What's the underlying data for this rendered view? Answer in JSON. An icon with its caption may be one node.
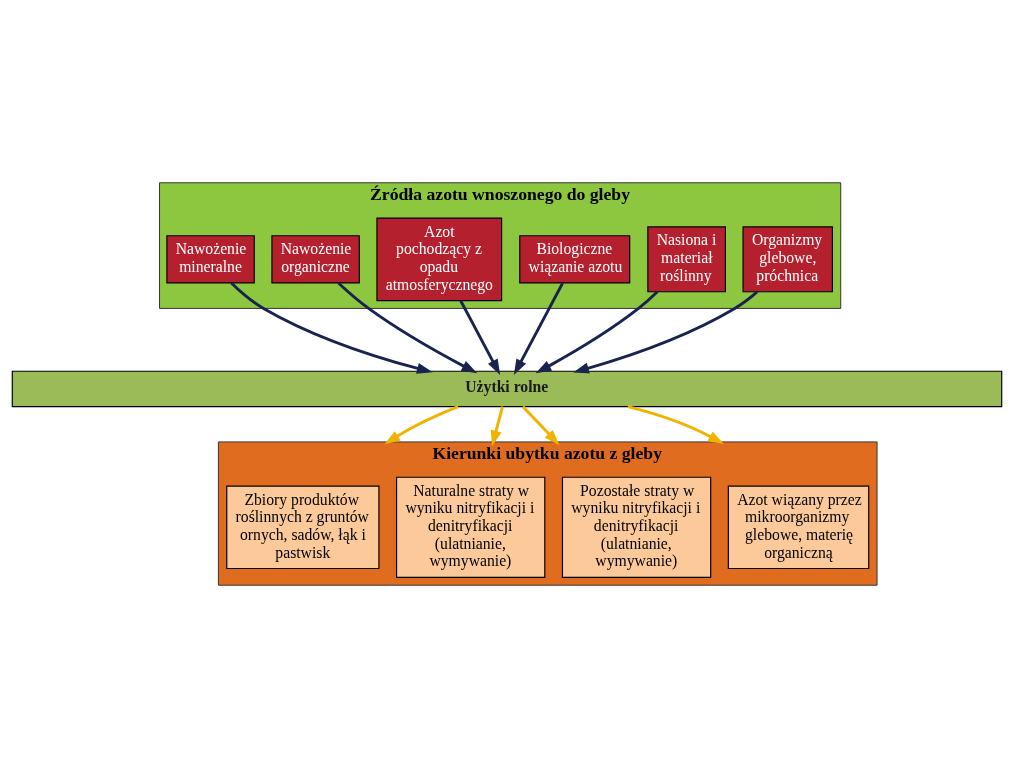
{
  "diagram": {
    "nodes": [
      {
        "text": [
          "Źródła azotu wnoszonego do gleby"
        ]
      },
      {
        "text": [
          "Nawożenie mineralne"
        ],
        "in": 0
      },
      {
        "text": [
          "Nawożenie organiczne"
        ],
        "in": 0
      },
      {
        "text": [
          "Azot pochodzący z opadu atmosferycznego"
        ],
        "in": 0
      },
      {
        "text": [
          "Biologiczne wiązanie azotu"
        ],
        "in": 0
      },
      {
        "text": [
          "Nasiona i materiał roślinny"
        ],
        "in": 0
      },
      {
        "text": [
          "Organizmy glebowe, próchnica"
        ],
        "in": 0
      },
      {
        "text": [
          "Użytki rolne"
        ]
      },
      {
        "text": [
          "Kierunki ubytku azotu z gleby"
        ]
      },
      {
        "text": [
          "Zbiory produktów roślinnych z gruntów ornych, sadów, łąk i pastwisk"
        ],
        "in": 8
      },
      {
        "text": [
          "Naturalne straty w wyniku nitryfikacji i denitryfikacji (ulatnianie, wymywanie)"
        ],
        "in": 8
      },
      {
        "text": [
          "Pozostałe straty w wyniku nitryfikacji i denitryfikacji (ulatnianie, wymywanie)"
        ],
        "in": 8
      },
      {
        "text": [
          "Azot wiązany przez mikroorganizmy glebowe, materię organiczną"
        ],
        "in": 8
      }
    ],
    "edges": [
      {
        "from": 1,
        "to": 7,
        "arrow": "to"
      },
      {
        "from": 2,
        "to": 7,
        "arrow": "to"
      },
      {
        "from": 3,
        "to": 7,
        "arrow": "to"
      },
      {
        "from": 4,
        "to": 7,
        "arrow": "to"
      },
      {
        "from": 5,
        "to": 7,
        "arrow": "to"
      },
      {
        "from": 6,
        "to": 7,
        "arrow": "to"
      },
      {
        "from": 7,
        "to": 9,
        "arrow": "to",
        "color": "#f0b400"
      },
      {
        "from": 7,
        "to": 10,
        "arrow": "to",
        "color": "#f0b400"
      },
      {
        "from": 7,
        "to": 11,
        "arrow": "to",
        "color": "#f0b400"
      },
      {
        "from": 7,
        "to": 12,
        "arrow": "to",
        "color": "#f0b400"
      }
    ]
  }
}
